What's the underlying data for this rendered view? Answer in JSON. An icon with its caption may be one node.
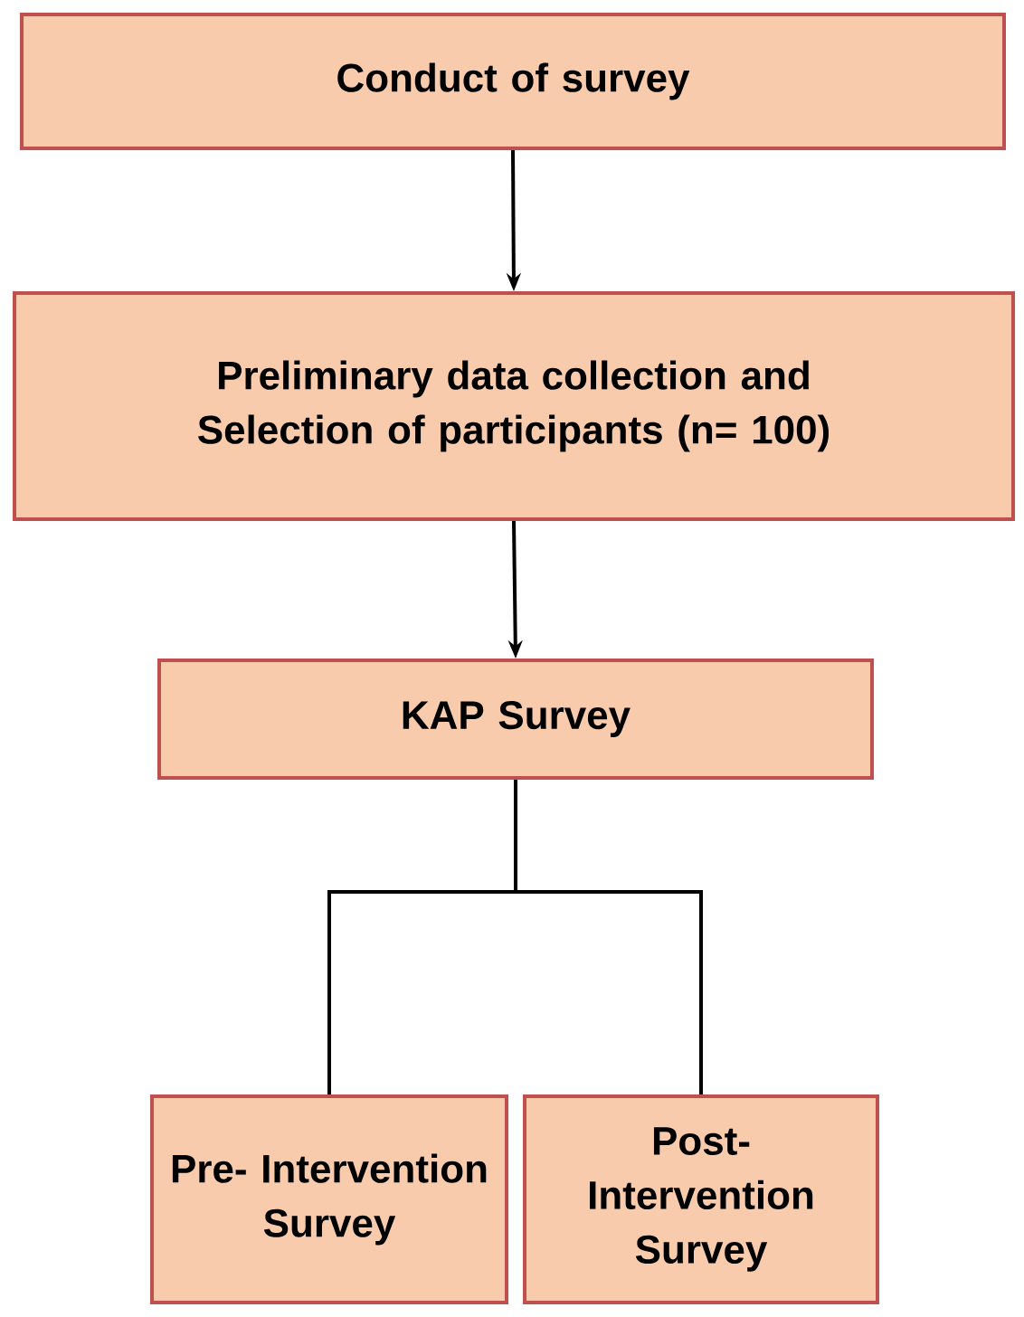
{
  "diagram": {
    "nodes": [
      {
        "text": [
          "Conduct of survey"
        ]
      },
      {
        "text": [
          "Preliminary data collection and Selection of participants (n= 100)"
        ]
      },
      {
        "text": [
          "KAP Survey"
        ]
      },
      {
        "text": [
          "Pre- Intervention Survey"
        ]
      },
      {
        "text": [
          "Post- Intervention Survey"
        ]
      }
    ],
    "edges": [
      {
        "from": 0,
        "to": 1,
        "arrow": "to"
      },
      {
        "from": 1,
        "to": 2,
        "arrow": "to"
      },
      {
        "from": 2,
        "to": 3,
        "arrow": "none"
      },
      {
        "from": 2,
        "to": 4,
        "arrow": "none"
      }
    ]
  }
}
